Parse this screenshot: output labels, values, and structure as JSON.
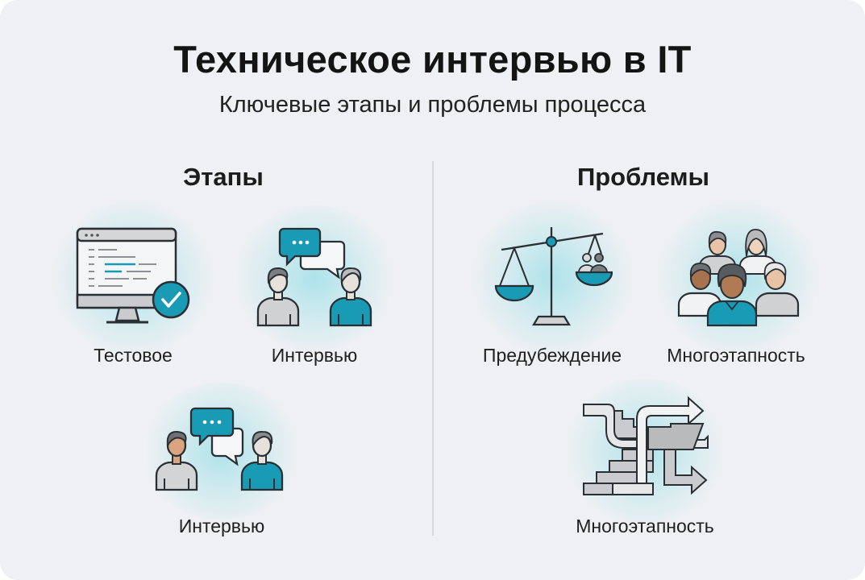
{
  "header": {
    "title": "Техническое интервью в IT",
    "subtitle": "Ключевые этапы и проблемы процесса"
  },
  "colors": {
    "background": "#eef0f3",
    "accent_teal": "#1a9bb5",
    "outline": "#2a2f33",
    "gray_light": "#d9dadc",
    "gray_mid": "#a9acaf",
    "skin_light": "#e9c3a6",
    "skin_dark": "#a7734f"
  },
  "stages": {
    "heading": "Этапы",
    "items": [
      {
        "label": "Тестовое",
        "icon": "computer-check-icon"
      },
      {
        "label": "Интервью",
        "icon": "two-people-chat-icon"
      },
      {
        "label": "Интервью",
        "icon": "two-people-chat-icon"
      }
    ]
  },
  "problems": {
    "heading": "Проблемы",
    "items": [
      {
        "label": "Предубеждение",
        "icon": "scales-bias-icon"
      },
      {
        "label": "Многоэтапность",
        "icon": "group-people-icon"
      },
      {
        "label": "Многоэтапность",
        "icon": "stairs-arrows-icon"
      }
    ]
  }
}
